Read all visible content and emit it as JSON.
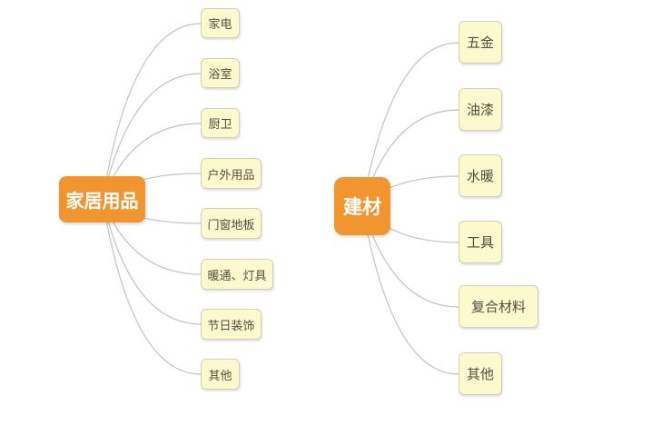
{
  "diagram": {
    "type": "mindmap",
    "background": "#ffffff",
    "colors": {
      "root_node_bg": "#f1962f",
      "root_node_text": "#ffffff",
      "child_node_bg": "#fbf9cd",
      "child_node_border": "#d2d0b2",
      "child_node_text": "#51503f",
      "connector_line": "#c3c3c3"
    },
    "trees": [
      {
        "root": {
          "label": "家居用品"
        },
        "children": [
          {
            "label": "家电"
          },
          {
            "label": "浴室"
          },
          {
            "label": "厨卫"
          },
          {
            "label": "户外用品"
          },
          {
            "label": "门窗地板"
          },
          {
            "label": "暖通、灯具"
          },
          {
            "label": "节日装饰"
          },
          {
            "label": "其他"
          }
        ]
      },
      {
        "root": {
          "label": "建材"
        },
        "children": [
          {
            "label": "五金"
          },
          {
            "label": "油漆"
          },
          {
            "label": "水暖"
          },
          {
            "label": "工具"
          },
          {
            "label": "复合材料"
          },
          {
            "label": "其他"
          }
        ]
      }
    ]
  }
}
